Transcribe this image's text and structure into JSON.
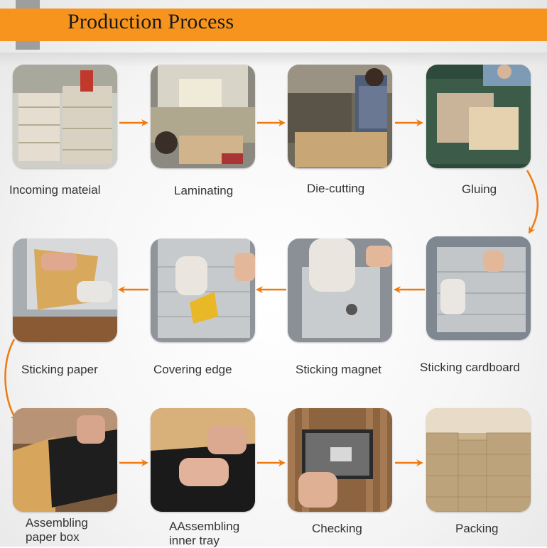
{
  "header": {
    "title": "Production Process"
  },
  "colors": {
    "accent": "#f7941d",
    "bar": "#9e9e9e",
    "arrow": "#f07a10"
  },
  "steps": [
    {
      "label": "Incoming mateial",
      "icon": "photo-incoming-material"
    },
    {
      "label": "Laminating",
      "icon": "photo-laminating"
    },
    {
      "label": "Die-cutting",
      "icon": "photo-die-cutting"
    },
    {
      "label": "Gluing",
      "icon": "photo-gluing"
    },
    {
      "label": "Sticking cardboard",
      "icon": "photo-sticking-cardboard"
    },
    {
      "label": "Sticking magnet",
      "icon": "photo-sticking-magnet"
    },
    {
      "label": "Covering edge",
      "icon": "photo-covering-edge"
    },
    {
      "label": "Sticking paper",
      "icon": "photo-sticking-paper"
    },
    {
      "label_line1": "Assembling",
      "label_line2": "paper box",
      "icon": "photo-assembling-paper-box"
    },
    {
      "label_line1": "AAssembling",
      "label_line2": "inner tray",
      "icon": "photo-assembling-inner-tray"
    },
    {
      "label": "Checking",
      "icon": "photo-checking"
    },
    {
      "label": "Packing",
      "icon": "photo-packing"
    }
  ]
}
